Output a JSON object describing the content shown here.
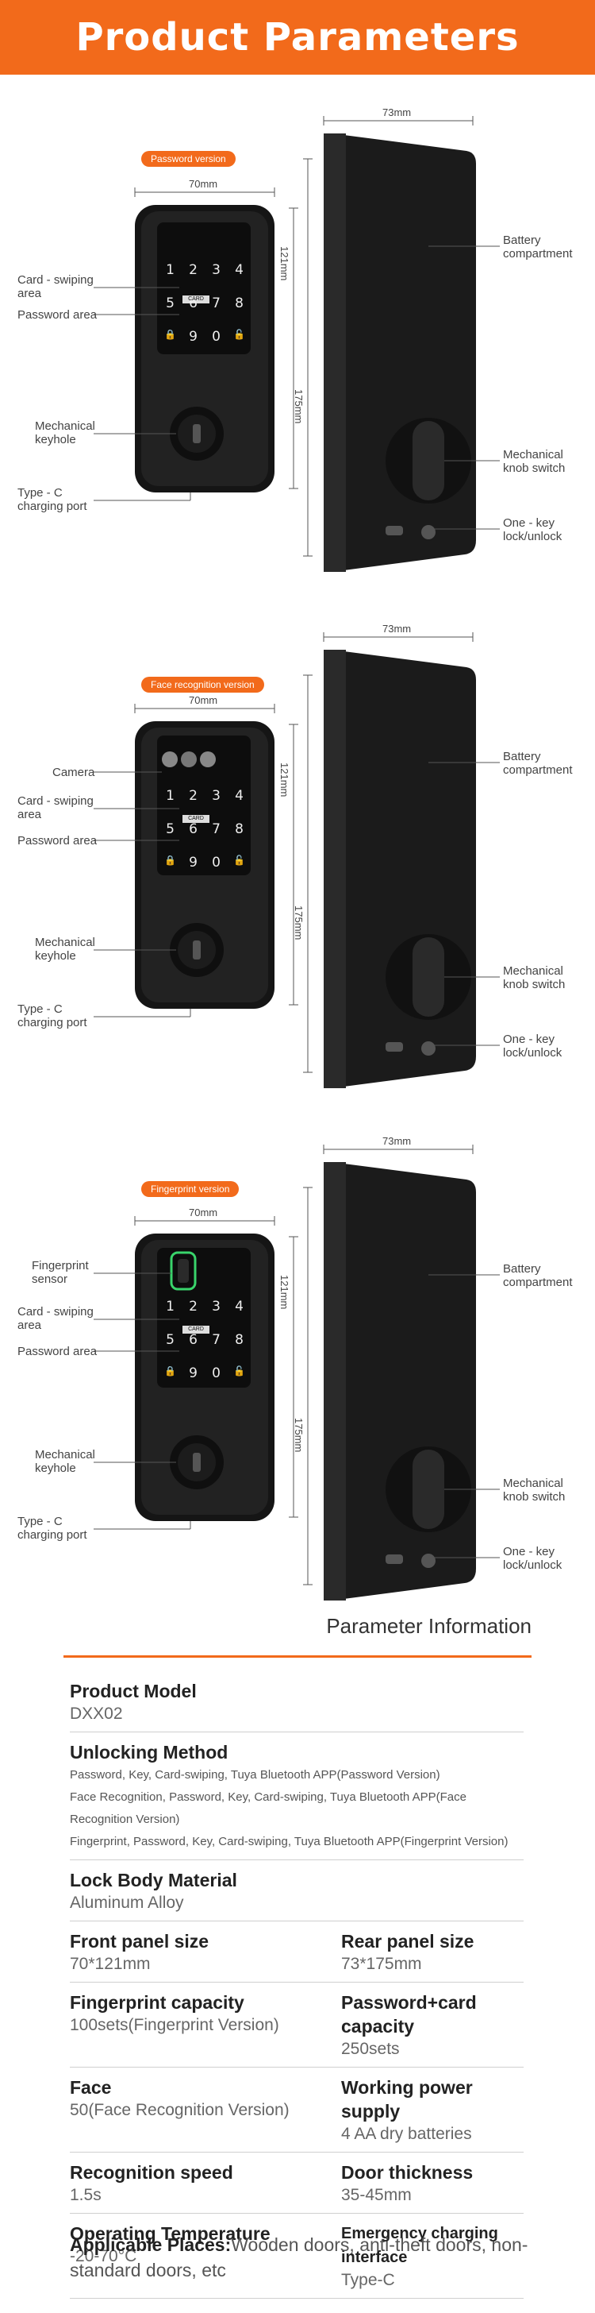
{
  "header": {
    "title": "Product Parameters"
  },
  "diagrams": [
    {
      "version": "Password version",
      "dims": {
        "width_front": "70mm",
        "width_rear": "73mm",
        "height_panel": "121mm",
        "height_total": "175mm"
      },
      "left_labels": [
        "Card - swiping\narea",
        "Password area",
        "Mechanical\nkeyhole",
        "Type - C\ncharging port"
      ],
      "right_labels": [
        "Battery\ncompartment",
        "Mechanical\nknob switch",
        "One - key\nlock/unlock"
      ],
      "keys": [
        "1",
        "2",
        "3",
        "4",
        "5",
        "6",
        "7",
        "8",
        "🔒",
        "9",
        "0",
        "🔓"
      ],
      "card_tag": "CARD"
    },
    {
      "version": "Face recognition version",
      "dims": {
        "width_front": "70mm",
        "width_rear": "73mm",
        "height_panel": "121mm",
        "height_total": "175mm"
      },
      "left_labels": [
        "Camera",
        "Card - swiping\narea",
        "Password area",
        "Mechanical\nkeyhole",
        "Type - C\ncharging port"
      ],
      "right_labels": [
        "Battery\ncompartment",
        "Mechanical\nknob switch",
        "One - key\nlock/unlock"
      ],
      "keys": [
        "1",
        "2",
        "3",
        "4",
        "5",
        "6",
        "7",
        "8",
        "🔒",
        "9",
        "0",
        "🔓"
      ],
      "card_tag": "CARD"
    },
    {
      "version": "Fingerprint version",
      "dims": {
        "width_front": "70mm",
        "width_rear": "73mm",
        "height_panel": "121mm",
        "height_total": "175mm"
      },
      "left_labels": [
        "Fingerprint\nsensor",
        "Card - swiping\narea",
        "Password area",
        "Mechanical\nkeyhole",
        "Type - C\ncharging port"
      ],
      "right_labels": [
        "Battery\ncompartment",
        "Mechanical\nknob switch",
        "One - key\nlock/unlock"
      ],
      "keys": [
        "1",
        "2",
        "3",
        "4",
        "5",
        "6",
        "7",
        "8",
        "🔒",
        "9",
        "0",
        "🔓"
      ],
      "card_tag": "CARD"
    }
  ],
  "info": {
    "title": "Parameter Information",
    "product_model": {
      "head": "Product Model",
      "value": "DXX02"
    },
    "unlocking": {
      "head": "Unlocking Method",
      "lines": [
        "Password, Key, Card-swiping, Tuya Bluetooth APP(Password Version)",
        "Face Recognition, Password, Key, Card-swiping, Tuya Bluetooth APP(Face Recognition Version)",
        "Fingerprint, Password, Key, Card-swiping, Tuya Bluetooth APP(Fingerprint Version)"
      ]
    },
    "material": {
      "head": "Lock Body Material",
      "value": "Aluminum Alloy"
    },
    "pairs": [
      [
        {
          "head": "Front panel size",
          "value": "70*121mm"
        },
        {
          "head": "Rear panel size",
          "value": "73*175mm"
        }
      ],
      [
        {
          "head": "Fingerprint capacity",
          "value": "100sets(Fingerprint Version)"
        },
        {
          "head": "Password+card capacity",
          "value": "250sets"
        }
      ],
      [
        {
          "head": "Face",
          "value": "50(Face Recognition Version)"
        },
        {
          "head": "Working power supply",
          "value": "4 AA dry batteries"
        }
      ],
      [
        {
          "head": "Recognition speed",
          "value": "1.5s"
        },
        {
          "head": "Door thickness",
          "value": "35-45mm"
        }
      ],
      [
        {
          "head": "Operating Temperature",
          "value": "-20-70°C"
        },
        {
          "head": "Emergency charging interface",
          "value": "Type-C"
        }
      ]
    ],
    "places": {
      "head": "Applicable Places:",
      "value": "Wooden doors, anti-theft doors, non-standard doors, etc"
    }
  },
  "colors": {
    "accent": "#f26a1b",
    "lock_body": "#1c1c1c",
    "fingerprint_glow": "#39d46b"
  }
}
